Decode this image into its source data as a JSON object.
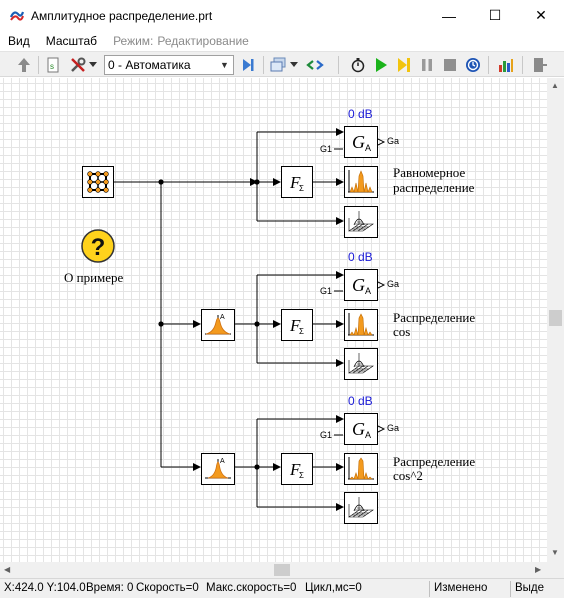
{
  "window": {
    "title": "Амплитудное распределение.prt",
    "minimize_glyph": "—",
    "maximize_glyph": "☐",
    "close_glyph": "✕"
  },
  "menu": {
    "view": "Вид",
    "scale": "Масштаб",
    "mode_label": "Режим:",
    "mode_value": "Редактирование"
  },
  "toolbar": {
    "mode_select_value": "0 - Автоматика"
  },
  "diagram": {
    "db_label": "0 dB",
    "g1_label": "G1",
    "ga_label": "Ga",
    "about_label": "О примере",
    "row1": {
      "caption_line1": "Равномерное",
      "caption_line2": "распределение"
    },
    "row2": {
      "caption_line1": "Распределение",
      "caption_line2": "cos"
    },
    "row3": {
      "caption_line1": "Распределение",
      "caption_line2": "cos^2"
    }
  },
  "status": {
    "coords": "X:424.0  Y:104.0",
    "time": "Время: 0",
    "speed": "Скорость=0",
    "max_speed": "Макс.скорость=0",
    "cycle": "Цикл,мс=0",
    "changed": "Изменено",
    "selected": "Выде"
  },
  "colors": {
    "accent_blue": "#1a1ad6",
    "plot_orange": "#f39a1e",
    "help_yellow": "#ffd21c",
    "play_green": "#1bb31b",
    "step_yellow": "#f2c40e"
  }
}
